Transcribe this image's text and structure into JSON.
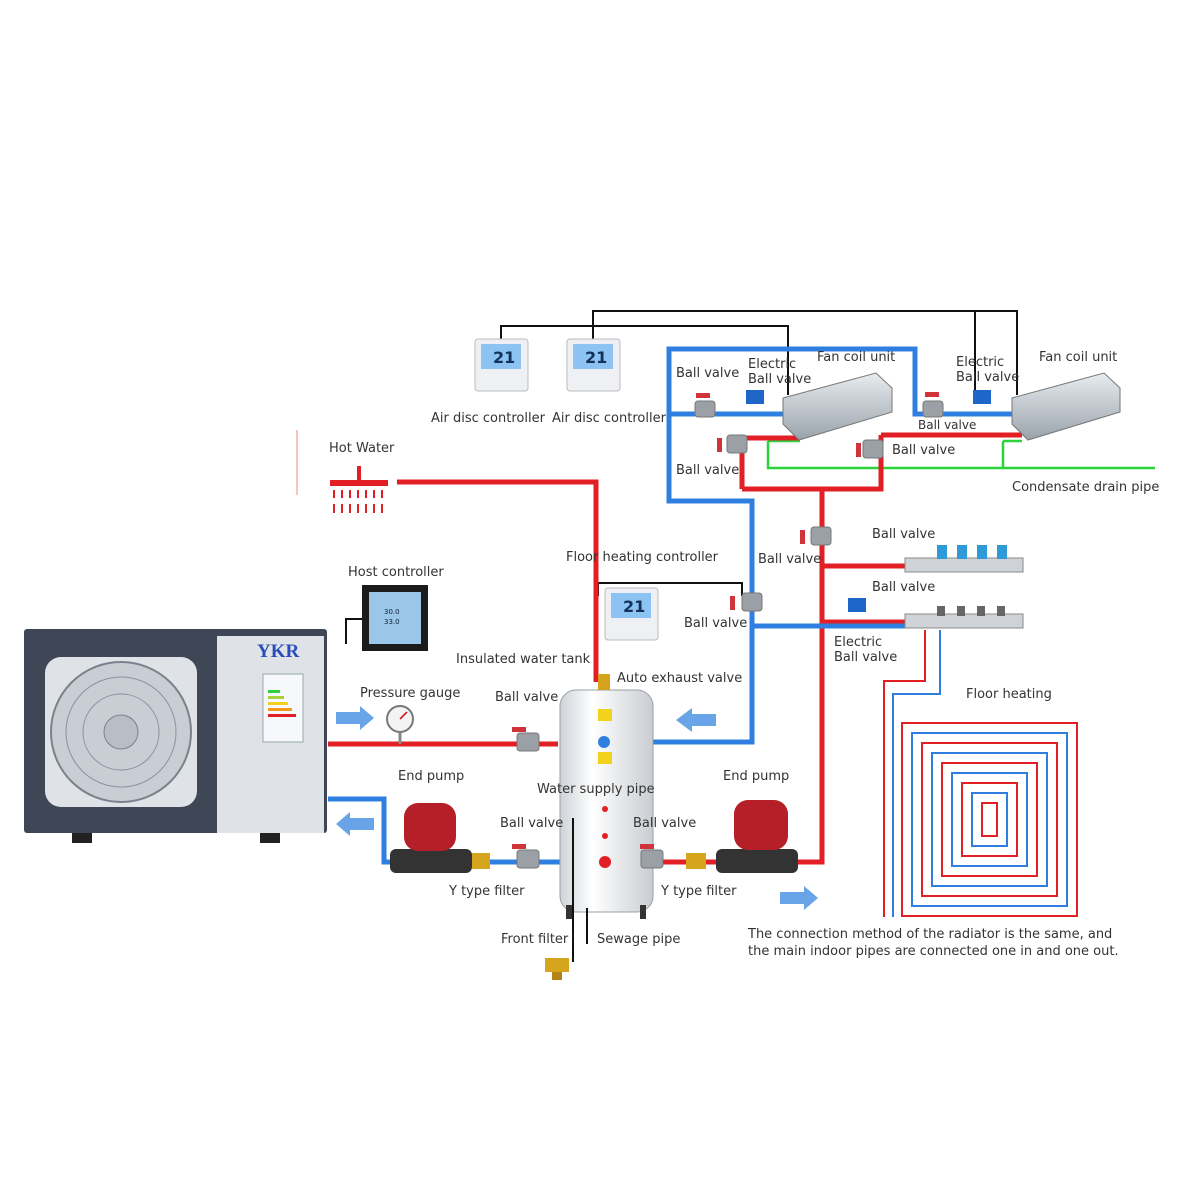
{
  "heat_pump": {
    "brand": "YKR"
  },
  "labels": {
    "hot_water": "Hot Water",
    "host_controller": "Host controller",
    "air_disc_controller_1": "Air disc controller",
    "air_disc_controller_2": "Air disc controller",
    "floor_heating_controller": "Floor heating controller",
    "insulated_water_tank": "Insulated water tank",
    "auto_exhaust_valve": "Auto exhaust valve",
    "pressure_gauge": "Pressure gauge",
    "ball_valve_tank_top": "Ball valve",
    "end_pump_left": "End pump",
    "end_pump_right": "End pump",
    "water_supply_pipe": "Water supply pipe",
    "ball_valve_left_bottom": "Ball valve",
    "ball_valve_right_bottom": "Ball valve",
    "y_filter_left": "Y type filter",
    "y_filter_right": "Y type filter",
    "front_filter": "Front filter",
    "sewage_pipe": "Sewage pipe",
    "ball_valve_fc1_top": "Ball valve",
    "electric_ball_valve_fc1": "Electric\nBall valve",
    "fan_coil_unit_1": "Fan coil unit",
    "ball_valve_fc1_bottom": "Ball valve",
    "electric_ball_valve_fc2": "Electric\nBall valve",
    "fan_coil_unit_2": "Fan coil unit",
    "ball_valve_fc2_top": "Ball valve",
    "ball_valve_fc2_bottom": "Ball valve",
    "condensate_drain_pipe": "Condensate drain pipe",
    "ball_valve_manifold_top": "Ball valve",
    "ball_valve_riser": "Ball valve",
    "ball_valve_manifold_bottom": "Ball valve",
    "ball_valve_floor_return": "Ball valve",
    "electric_ball_valve_manifold": "Electric\nBall valve",
    "floor_heating": "Floor heating",
    "note": "The connection method of the radiator is the same, and the main indoor pipes are connected one in and one out."
  },
  "controllers": {
    "thermostat_reading": "21",
    "host_reading_1": "30.0",
    "host_reading_2": "33.0"
  },
  "colors": {
    "hot_pipe": "#e11f24",
    "cold_pipe": "#2f7fe0",
    "drain_pipe": "#2bd33b",
    "wire": "#111111",
    "unit_body": "#3f4756",
    "unit_panel": "#dfe3e8"
  }
}
